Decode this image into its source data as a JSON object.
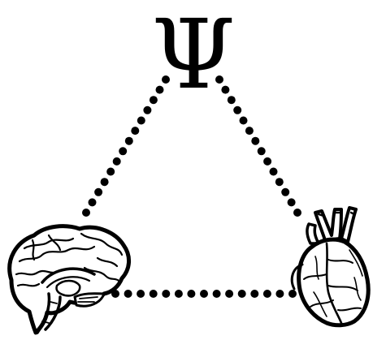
{
  "symbol": {
    "glyph": "Ψ",
    "icon": "psi-icon"
  },
  "nodes": [
    {
      "id": "psyche",
      "icon": "psi-icon",
      "position": "top-center"
    },
    {
      "id": "brain",
      "icon": "brain-icon",
      "position": "bottom-left"
    },
    {
      "id": "heart",
      "icon": "heart-icon",
      "position": "bottom-right"
    }
  ],
  "edges": [
    {
      "from": "psyche",
      "to": "brain",
      "style": "dotted"
    },
    {
      "from": "psyche",
      "to": "heart",
      "style": "dotted"
    },
    {
      "from": "brain",
      "to": "heart",
      "style": "dotted"
    }
  ],
  "colors": {
    "ink": "#000000",
    "background": "#ffffff"
  }
}
